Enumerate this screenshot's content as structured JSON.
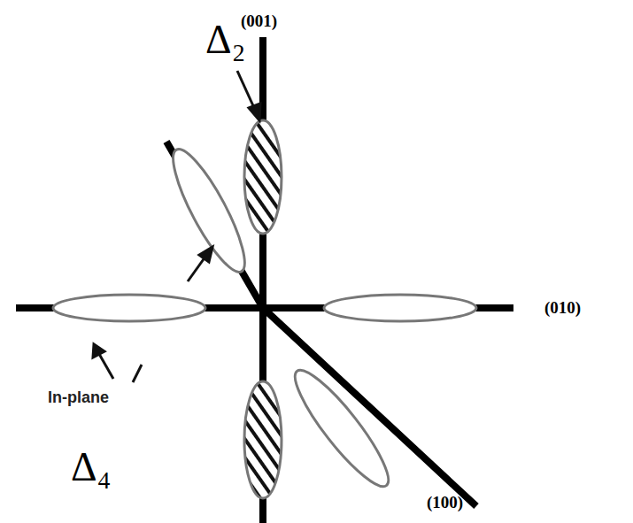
{
  "diagram": {
    "labels": [
      "Δ₂",
      "(001)",
      "(010)",
      "In-plane",
      "Δ₄",
      "(100)"
    ]
  }
}
